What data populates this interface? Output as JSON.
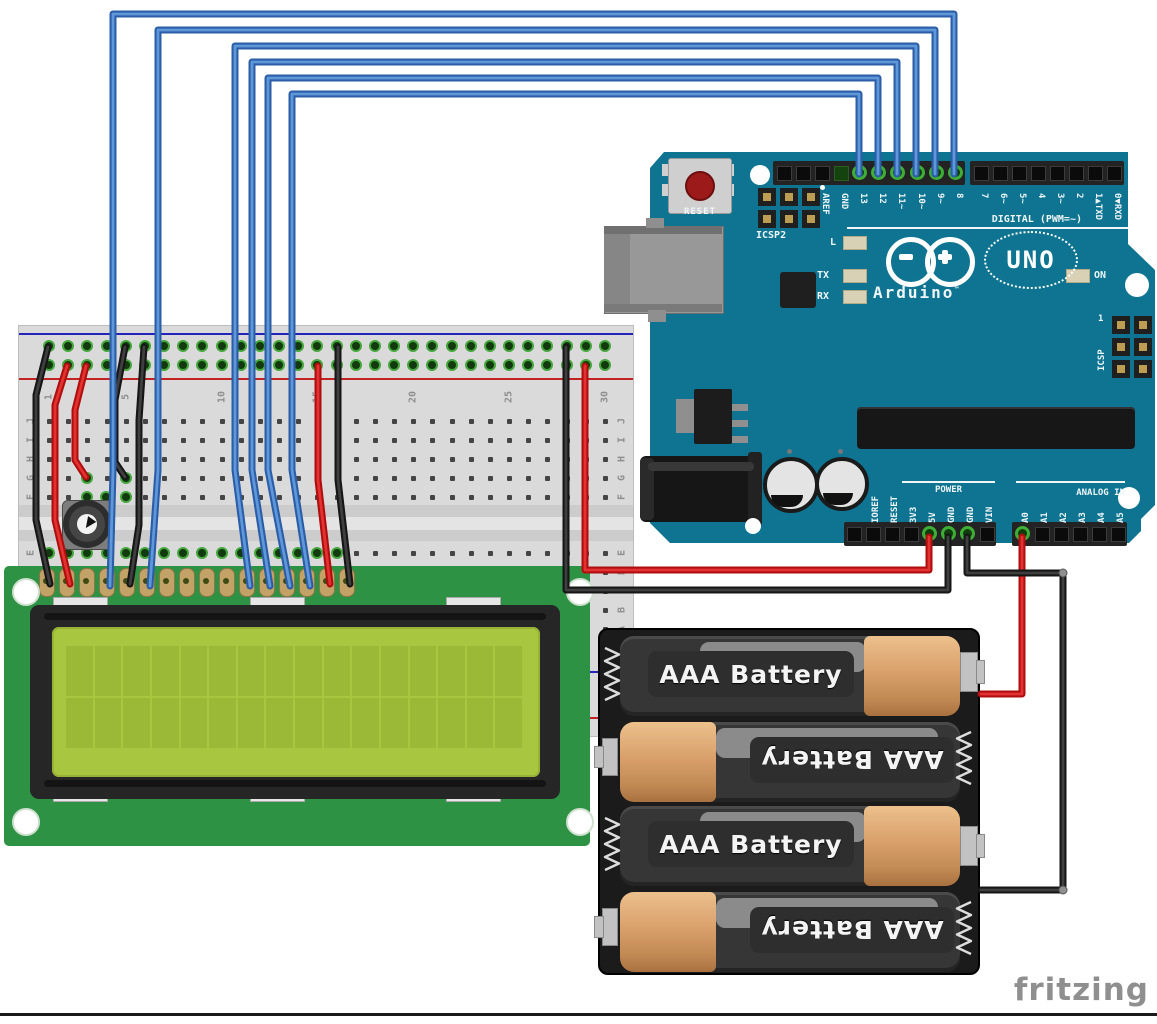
{
  "watermark": "fritzing",
  "arduino": {
    "reset_label": "RESET",
    "icsp2_label": "ICSP2",
    "icsp_label": "ICSP",
    "icsp_pin_one": "1",
    "digital_caption": "DIGITAL (PWM=~)",
    "digital_header1_labels": [
      "AREF",
      "GND",
      "13",
      "12",
      "11~",
      "10~",
      "9~",
      "8"
    ],
    "digital_header2_labels": [
      "7",
      "6~",
      "5~",
      "4",
      "3~",
      "2",
      "1▲TXD",
      "0▼RXD"
    ],
    "brand": "Arduino",
    "brand_tm": "™",
    "model": "UNO",
    "led_l": "L",
    "led_tx": "TX",
    "led_rx": "RX",
    "led_on": "ON",
    "power_caption": "POWER",
    "analog_caption": "ANALOG IN",
    "power_labels": [
      "IOREF",
      "RESET",
      "3V3",
      "5V",
      "GND",
      "GND",
      "VIN"
    ],
    "analog_labels": [
      "A0",
      "A1",
      "A2",
      "A3",
      "A4",
      "A5"
    ]
  },
  "breadboard": {
    "column_numbers": [
      "1",
      "5",
      "10",
      "15",
      "20",
      "25",
      "30"
    ],
    "row_letters_top": [
      "J",
      "I",
      "H",
      "G",
      "F"
    ],
    "row_letters_bottom": [
      "E",
      "D",
      "C",
      "B",
      "A"
    ]
  },
  "lcd": {
    "columns": 16,
    "rows": 2
  },
  "battery_pack": {
    "batteries": [
      {
        "label": "AAA Battery",
        "flipped": false
      },
      {
        "label": "AAA Battery",
        "flipped": true
      },
      {
        "label": "AAA Battery",
        "flipped": false
      },
      {
        "label": "AAA Battery",
        "flipped": true
      }
    ]
  },
  "colors": {
    "board_teal": "#0e7491",
    "wire_blue": "#3a76c8",
    "wire_red": "#cc1111",
    "wire_black": "#1d1d1d",
    "breadboard": "#dadada",
    "lcd_green": "#2d9244",
    "lcd_screen": "#a8c63f",
    "battery_tan": "#d9a06b",
    "pin_green": "#44a63c",
    "watermark_gray": "#8f8f8f"
  }
}
